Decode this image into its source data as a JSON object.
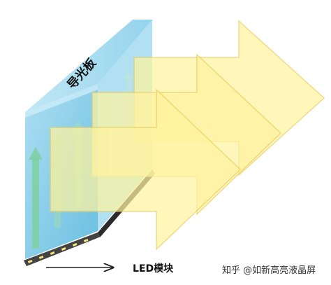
{
  "diagram": {
    "light_guide_label": "导光板",
    "led_module_label": "LED模块",
    "watermark": "知乎 @如新高亮液晶屏"
  },
  "colors": {
    "panel_light": "#a9ddf0",
    "panel_mid": "#6cc3e6",
    "panel_dark": "#3aa5d4",
    "upward_arrow": "#7fd0a0",
    "yellow_fill": "#fff4a0",
    "yellow_stroke": "#e6c94a",
    "text_dark": "#111111"
  }
}
